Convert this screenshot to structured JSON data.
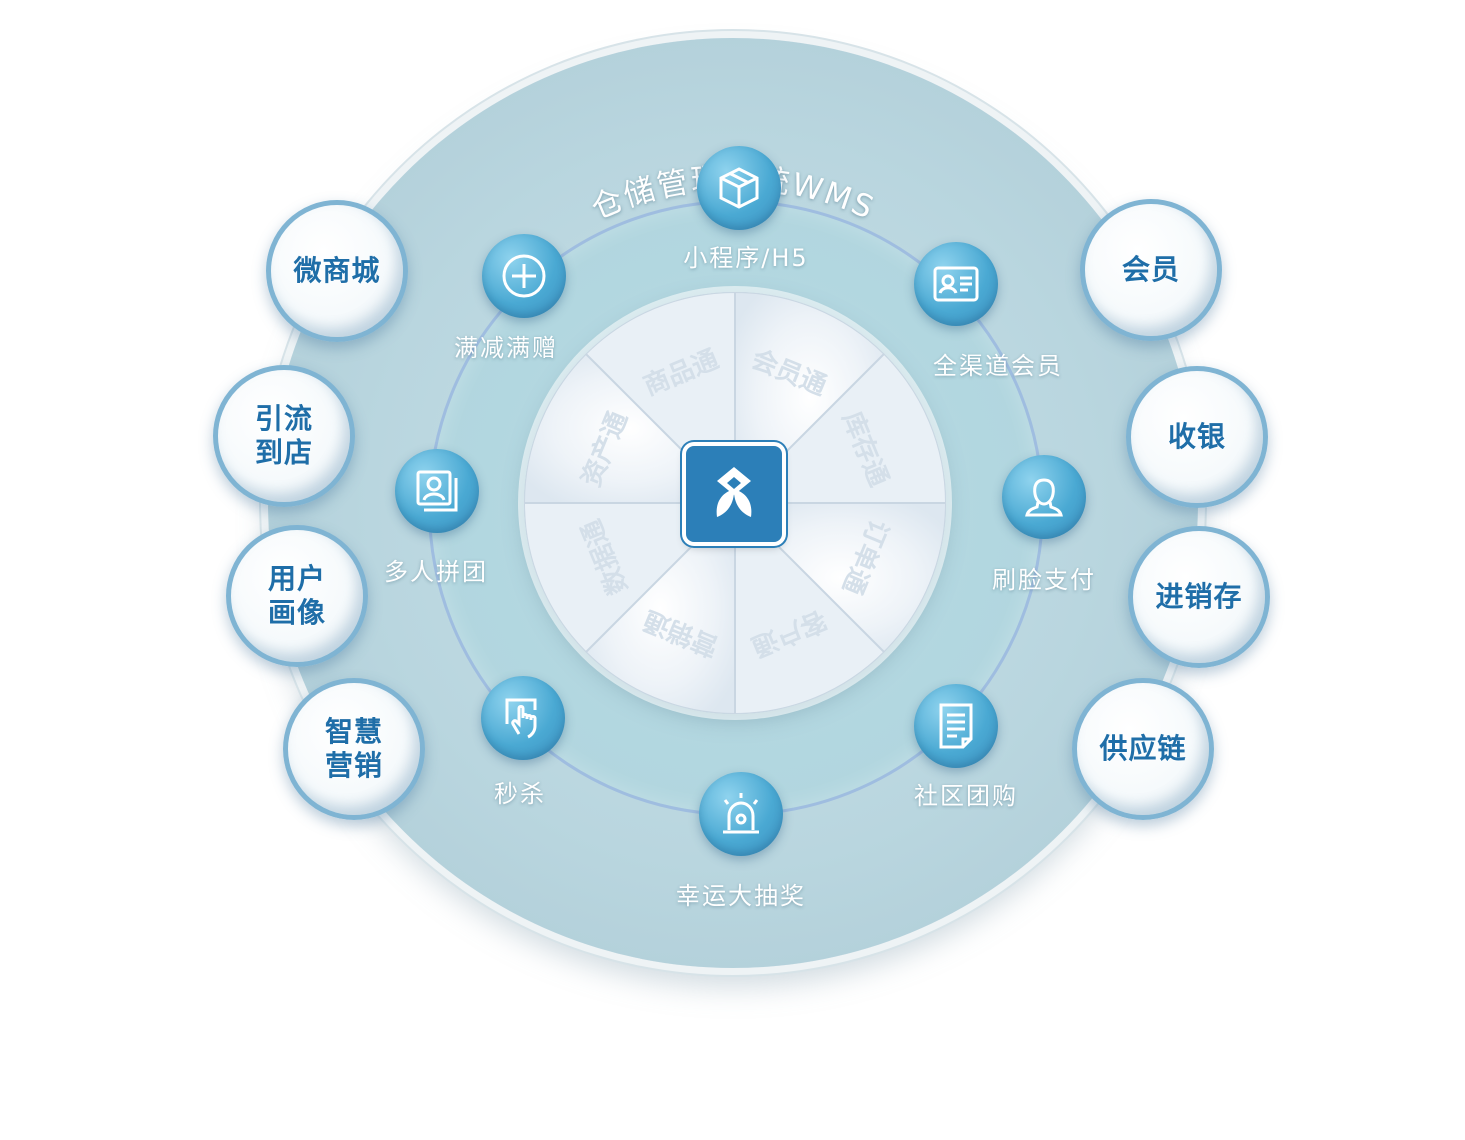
{
  "title": "仓储管理系统WMS",
  "features": [
    {
      "label": "小程序/H5",
      "icon": "box-icon"
    },
    {
      "label": "全渠道会员",
      "icon": "id-card-icon"
    },
    {
      "label": "刷脸支付",
      "icon": "user-face-icon"
    },
    {
      "label": "社区团购",
      "icon": "document-icon"
    },
    {
      "label": "幸运大抽奖",
      "icon": "alarm-light-icon"
    },
    {
      "label": "秒杀",
      "icon": "touch-icon"
    },
    {
      "label": "多人拼团",
      "icon": "portrait-icon"
    },
    {
      "label": "满减满赠",
      "icon": "plus-circle-icon"
    }
  ],
  "center_segments": [
    "会员通",
    "库存通",
    "订单通",
    "客户通",
    "营销通",
    "数据通",
    "资产通",
    "商品通"
  ],
  "left_modules": [
    "微商城",
    "引流到店",
    "用户画像",
    "智慧营销"
  ],
  "right_modules": [
    "会员",
    "收银",
    "进销存",
    "供应链"
  ],
  "colors": {
    "module_text": "#1f6ea8",
    "ring": "#b9d6df",
    "icon_blue": "#4aa9d3",
    "logo_blue": "#2c7fb8"
  }
}
